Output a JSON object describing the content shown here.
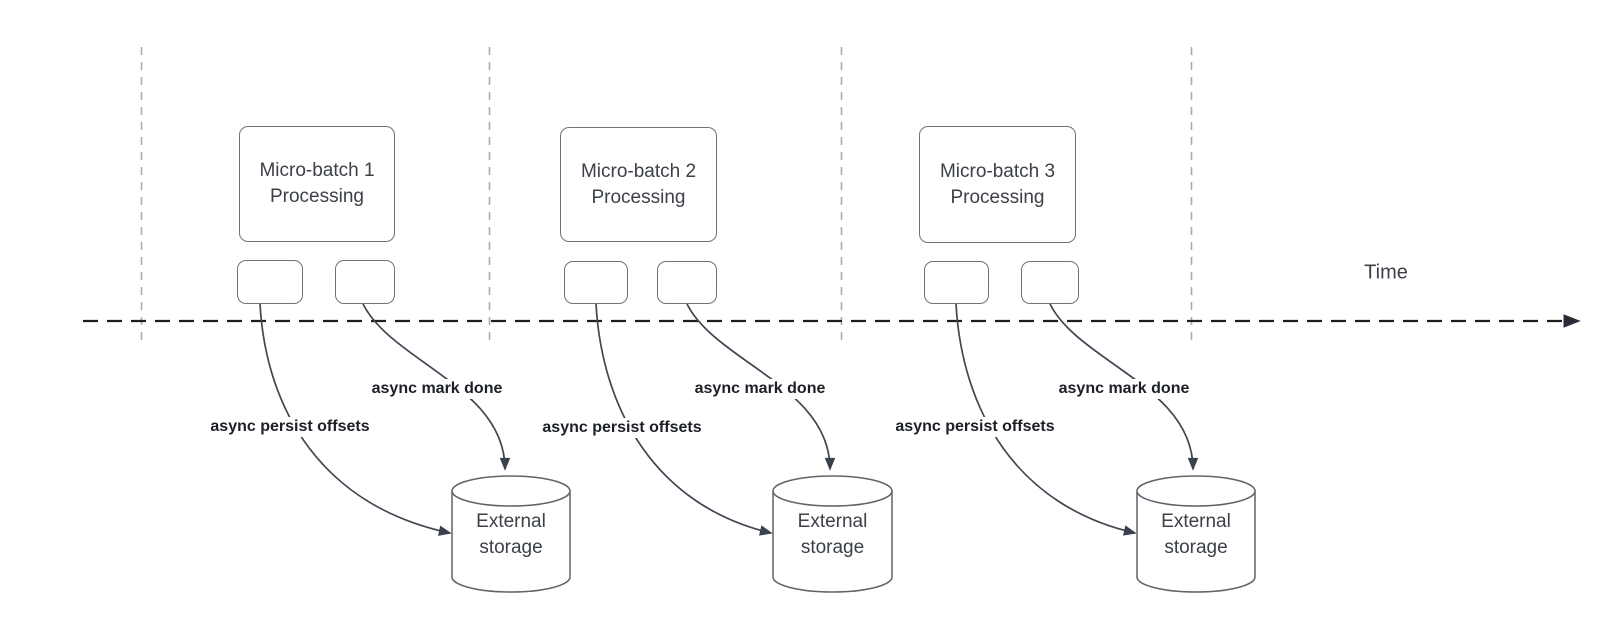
{
  "colors": {
    "background": "#ffffff",
    "axis": "#1f1f1f",
    "axis_arrow": "#262b35",
    "connector": "#3f4753",
    "connector_arrow": "#39414e",
    "shape_border": "#6e737b",
    "cylinder_border": "#5f646c",
    "guide": "#ababab",
    "text": "#3c4148",
    "label_text": "#1c2026"
  },
  "time_axis": {
    "label": "Time"
  },
  "batches": [
    {
      "name": "Micro-batch 1",
      "process": "Processing",
      "persist_label": "async persist offsets",
      "mark_done_label": "async mark done",
      "storage": "External storage"
    },
    {
      "name": "Micro-batch 2",
      "process": "Processing",
      "persist_label": "async persist offsets",
      "mark_done_label": "async mark done",
      "storage": "External storage"
    },
    {
      "name": "Micro-batch 3",
      "process": "Processing",
      "persist_label": "async persist offsets",
      "mark_done_label": "async mark done",
      "storage": "External storage"
    }
  ]
}
